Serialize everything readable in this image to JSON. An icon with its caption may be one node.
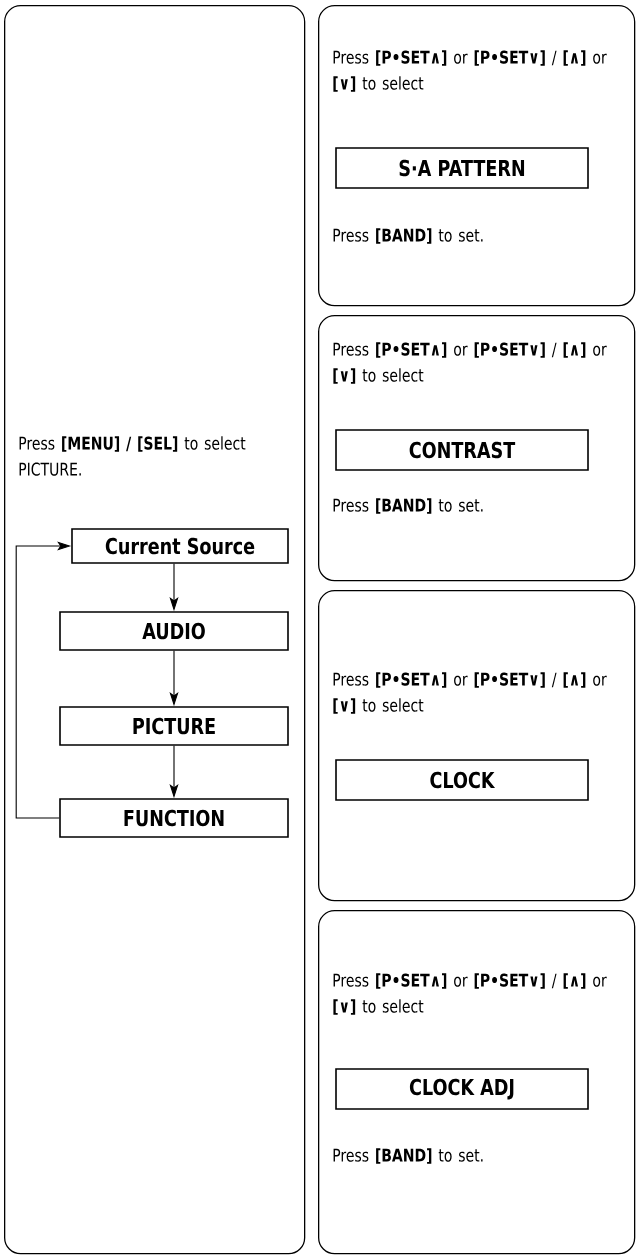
{
  "diagram": {
    "nodes": [
      {
        "text": [
          "Press **[MENU] / [SEL]** to select PICTURE."
        ]
      },
      {
        "text": [
          "Current Source"
        ],
        "in": 0
      },
      {
        "text": [
          "AUDIO"
        ],
        "in": 0
      },
      {
        "text": [
          "PICTURE"
        ],
        "in": 0
      },
      {
        "text": [
          "FUNCTION"
        ],
        "in": 0
      },
      {
        "text": [
          "Press **[P•SET∧]** or **[P•SET∨]** / **[∧]** or **[∨]** to select",
          "Press **[BAND]** to set."
        ]
      },
      {
        "text": [
          "S·A PATTERN"
        ],
        "in": 5
      },
      {
        "text": [
          "Press **[P•SET∧]** or **[P•SET∨]** / **[∧]** or **[∨]** to select",
          "Press **[BAND]** to set."
        ]
      },
      {
        "text": [
          "CONTRAST"
        ],
        "in": 7
      },
      {
        "text": [
          "Press **[P•SET∧]** or **[P•SET∨]** / **[∧]** or **[∨]** to select"
        ]
      },
      {
        "text": [
          "CLOCK"
        ],
        "in": 9
      },
      {
        "text": [
          "Press **[P•SET∧]** or **[P•SET∨]** / **[∧]** or **[∨]** to select",
          "Press **[BAND]** to set."
        ]
      },
      {
        "text": [
          "CLOCK ADJ"
        ],
        "in": 11
      }
    ],
    "edges": [
      {
        "from": 1,
        "to": 2,
        "arrow": "to"
      },
      {
        "from": 2,
        "to": 3,
        "arrow": "to"
      },
      {
        "from": 3,
        "to": 4,
        "arrow": "to"
      },
      {
        "from": 4,
        "to": 1,
        "arrow": "to"
      }
    ]
  }
}
